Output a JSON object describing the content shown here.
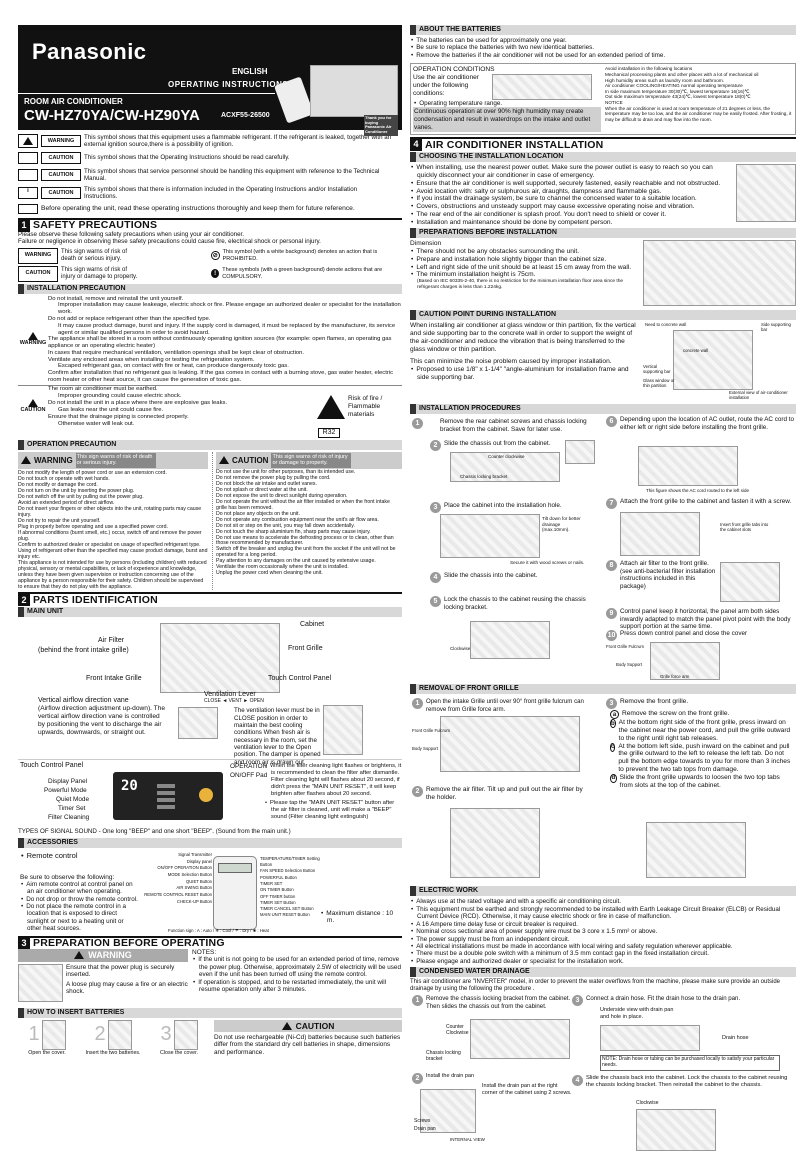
{
  "header": {
    "brand": "Panasonic",
    "language": "ENGLISH",
    "instructions_title": "OPERATING INSTRUCTIONS",
    "product_type": "ROOM AIR CONDITIONER",
    "model": "CW-HZ70YA/CW-HZ90YA",
    "part_no": "ACXF55-26500",
    "thankyou": "Thank you for buying Panasonic Air Conditioner"
  },
  "symbols": [
    {
      "label": "WARNING",
      "text": "This symbol shows that this equipment uses a flammable refrigerant. If the refrigerant is leaked, together with an external ignition source,there is a possibility of ignition."
    },
    {
      "label": "CAUTION",
      "text": "This symbol shows that the Operating Instructions should be read carefully."
    },
    {
      "label": "CAUTION",
      "text": "This symbol shows that service personnel should be handling this equipment with reference to the Technical Manual."
    },
    {
      "label": "CAUTION",
      "text": "This symbol shows that there is information included in the Operating Instructions and/or Installation Instructions."
    }
  ],
  "read_note": "Before operating the unit, read these operating instructions thoroughly and keep them for future reference.",
  "s1": {
    "num": "1",
    "title": "SAFETY PRECAUTIONS",
    "intro1": "Please observe these following safety precautions when using your air conditioner.",
    "intro2": "Failure or negligence in observing these safety precautions could cause fire, electrical shock or personal injury.",
    "warn_label": "WARNING",
    "warn_text": "This sign warns of risk of death or serious injury.",
    "caution_label": "CAUTION",
    "caution_text": "This sign warns of risk of injury or damage to property.",
    "prohibited_text": "This symbol (with a white background) denotes an action that is PROHIBITED.",
    "compulsory_text": "These symbols (with a green background) denote actions that are COMPULSORY.",
    "install_hdr": "INSTALLATION PRECAUTION",
    "install_warn": [
      "Do not install, remove and reinstall the unit yourself.",
      "Improper installation may cause leakeage, electric shock or fire. Please engage an authorized dealer or specialist for the installation work.",
      "Do not add or replace refrigerant other than the specified type.",
      "It may cause product damage, burst and injury. If the supply cord is damaged, it must be replaced by the manufacturer, its service agent or similar qualified persons in order to avoid hazard.",
      "The appliance shall be stored in a room without continuously operating ignition sources (for example: open flames, an operating gas appliance or an operating electric heater)",
      "In cases that require mechanical ventilation, ventilation openings shall be kept clear of obstruction.",
      "Ventilate any enclosed areas when installing or testing the refrigeration system.",
      "Escaped refrigerant gas, on contact with fire or heat, can produce dangerously toxic gas.",
      "Confirm after installation that no refrigerant gas is leaking. If the gas comes in contact with a burning stove, gas water heater, electric room heater or other heat source, it can cause the generation of toxic gas."
    ],
    "install_caution": [
      "The room air conditioner must be earthed.",
      "Improper grounding could cause electric shock.",
      "Do not install the unit in a place where there are explosive gas leaks.",
      "Gas leaks near the unit could cause fire.",
      "Ensure that the drainage piping is connected properly.",
      "Otherwise water will leak out."
    ],
    "risk_text": "Risk of fire / Flammable materials",
    "risk_code": "R32",
    "op_hdr": "OPERATION PRECAUTION",
    "op_warn_label": "WARNING",
    "op_warn_sign": "This sign warns of risk of death or serious injury.",
    "op_caution_label": "CAUTION",
    "op_caution_sign": "This sign warns of risk of injury or damage to property.",
    "op_warn": [
      "Do not modify the length of power cord or use an extension cord.",
      "Do not touch or operate with wet hands.",
      "Do not modify or damage the cord.",
      "Do not turn on the unit by inserting the power plug.",
      "Do not switch off the unit by pulling out the power plug.",
      "Avoid an extended period of direct airflow.",
      "Do not insert your fingers or other objects into the unit, rotating parts may cause injury.",
      "Do not try to repair the unit yourself.",
      "Plug in properly before operating and use a specified power cord.",
      "If abnormal conditions (burnt smell, etc.) occur, switch off and remove the power plug.",
      "Confirm to authorized dealer or specialist on usage of specified refrigerant type. Using of refrigerant other than the specified may cause product damage, burst and injury etc.",
      "This appliance is not intended for use by persons (including children) with reduced physical, sensory or mental capabilities, or lack of experience and knowledge, unless they have been given supervision or instruction concerning use of the appliance by a person responsible for their safety. Children should be supervised to ensure that they do not play with the appliance."
    ],
    "op_caution": [
      "Do not use the unit for other purposes, than its intended use.",
      "Do not remove the power plug by pulling the cord.",
      "Do not block the air intake and outlet vanes.",
      "Do not splash or direct water at the unit.",
      "Do not expose the unit to direct sunlight during operation.",
      "Do not operate the unit without the air filter installed or when the front intake grille has been removed.",
      "Do not place any objects on the unit.",
      "Do not operate any combustion equipment near the unit's air flow area.",
      "Do not sit or step on the unit, you may fall down accidentally.",
      "Do not touch the sharp aluminium fin, sharp parts may cause injury.",
      "Do not use means to accelerate the defrosting process or to clean, other than those recommended by manufacturer.",
      "Switch off the breaker and unplug the unit from the socket if the unit will not be operated for a long period.",
      "Pay attention to any damages on the unit caused by extensive usage.",
      "Ventilate the room occasionally where the unit is installed.",
      "Unplug the power cord when cleaning the unit."
    ]
  },
  "s2": {
    "num": "2",
    "title": "PARTS IDENTIFICATION",
    "main_hdr": "MAIN UNIT",
    "labels": {
      "cabinet": "Cabinet",
      "air_filter": "Air Filter",
      "air_filter_sub": "(behind the front intake grille)",
      "front_grille": "Front Grille",
      "front_intake": "Front Intake Grille",
      "touch_panel": "Touch Control Panel",
      "vlever": "Ventilation Lever",
      "vlever_states": "CLOSE ◄ VENT ► OPEN",
      "vlever_text": "The ventilation lever must be in CLOSE position in order to maintain the best cooling conditions When fresh air is necessary in the room, set the ventilation lever to the Open position. The damper is opened and room air is drawn out.",
      "vane": "Vertical airflow direction vane",
      "vane_text": "(Airflow direction adjustment up-down). The vertical airflow direction vane is controlled by positioning the vent to discharge the air upwards, downwards, or straight out."
    },
    "touch": {
      "title": "Touch Control Panel",
      "display": "Display Panel",
      "powerful": "Powerful Mode",
      "quiet": "Quiet Mode",
      "timer": "Timer Set",
      "filter": "Filter Cleaning",
      "temp": "20",
      "op_lamp": "OPERATION",
      "onoff": "ON/OFF Pad",
      "filter_text": "When the filter cleaning light flashes or brightens, it is recommended to clean the filter after dismantle. Filter cleaning light will flashes about 20 second, if didn't press the \"MAIN UNIT RESET\", it will keep brighten after flashes about 20 second.",
      "reset_text": "Please tap the \"MAIN UNIT RESET\" button after the air filter is cleaned, unit will make a \"BEEP\" sound (Filter cleaning light extinguish)"
    },
    "signal": "TYPES OF SIGNAL SOUND - One long \"BEEP\" and one short \"BEEP\". (Sound from the main unit.)",
    "acc_hdr": "ACCESSORIES",
    "remote": "Remote control",
    "remote_note_title": "Be sure to observe the following:",
    "remote_notes": [
      "Aim remote control at control panel on an air conditioner when operating.",
      "Do not drop or throw the remote control.",
      "Do not place the remote control in a location that is exposed to direct sunlight or next to a heating unit or other heat sources."
    ],
    "remote_left": [
      "Signal Transmitter",
      "Display panel",
      "ON/OFF OPERATION Button",
      "MODE Selection Button",
      "QUIET Button",
      "AIR SWING Button",
      "REMOTE CONTROL RESET Button",
      "CHECK-UP Button"
    ],
    "remote_right": [
      "TEMPERATURE/TIMER Setting Button",
      "FAN SPEED Selection Button",
      "POWERFUL Button",
      "TIMER SET",
      "ON TIMER Button",
      "OFF TIMER button",
      "TIMER SET Button",
      "TIMER CANCEL SET Button",
      "MAIN UNIT RESET Button"
    ],
    "max_distance": "Maximum distance : 10 m.",
    "function_sign": "Function sign : A : Auto / ❄ : Cool / ☂ : Dry / ❀ : Heat"
  },
  "s3": {
    "num": "3",
    "title": "PREPARATION BEFORE OPERATING",
    "warn": "WARNING",
    "plug1": "Ensure that the power plug is securely inserted.",
    "plug2": "A loose plug may cause a fire or an electric shock.",
    "notes_title": "NOTES:",
    "notes": [
      "If the unit is not going to be used for an extended period of time, remove the power plug. Otherwise, approximately 2.5W of electricity will be used even if the unit has been turned off using the remote control.",
      "If operation is stopped, and to be restarted immediately, the unit will resume operation only after 3 minutes."
    ],
    "batt_hdr": "HOW TO INSERT BATTERIES",
    "batt_steps": [
      "Open the cover.",
      "Insert the two batteries.",
      "Close the cover."
    ],
    "batt_nums": [
      "1",
      "2",
      "3"
    ],
    "caution": "CAUTION",
    "caution_text": "Do not use rechargeable (Ni-Cd) batteries because such batteries differ from the standard dry cell batteries in shape, dimensions and performance."
  },
  "batteries": {
    "hdr": "ABOUT THE BATTERIES",
    "items": [
      "The batteries can be used for approximately one year.",
      "Be sure to replace the batteries with two new identical batteries.",
      "Remove the batteries if the air conditioner will not be used for an extended period of time."
    ]
  },
  "conditions": {
    "title": "OPERATION CONDITIONS",
    "intro": "Use the air conditioner under the following conditions:",
    "range": "Operating temperature range.",
    "humid": "Continuous operation at over 90% high humidity may create condensation and result in waterdrops on the intake and outlet vanes.",
    "right": [
      "Avoid installation in the following locations",
      "Mechanical processing plants and other places with a lot of mechanical oil",
      "High humidity areas such as laundry room and bathroom.",
      "Air conditioner COOLING/HEATING normal operating temperature",
      "In side maximum temperature 30(30)℃, lowest temperature 16(16)℃",
      "Out side maximum temperature 43(24)℃, lowest temperature 18(0)℃",
      "NOTICE",
      "When the air conditioner is used at room temperature of 21 degrees or less, the temperature may be too low, and the air conditioner may be easily frosted. After frosting, it may be difficult to drain and may flow into the room."
    ]
  },
  "s4": {
    "num": "4",
    "title": "AIR CONDITIONER INSTALLATION",
    "loc_hdr": "CHOOSING THE INSTALLATION LOCATION",
    "loc": [
      "When installing, use the nearest power outlet. Make sure the power outlet is easy to reach so you can quickly disconnect your air conditioner in case of emergency.",
      "Ensure that the air conditioner is well supported, securely fastened, easily reachable and not obstructed.",
      "Avoid location with: salty or sulphurous air, draughts, dampness and flammable gas.",
      "If you install the drainage system, be sure to channel the concensed water to a suitable location.",
      "Covers, obstructions and unsteady support may cause excessive operating noise and vibration.",
      "The rear end of the air conditioner is splash proof. You don't need to shield or cover it.",
      "Installation and maintenance should be done by competent person."
    ],
    "prep_hdr": "PREPARATIONS BEFORE INSTALLATION",
    "dim": "Dimension",
    "prep": [
      "There should not be any obstacles surrounding the unit.",
      "Prepare and installation hole slightly bigger than the cabinet size.",
      "Left and right side of the unit should be at least 15 cm away from the wall.",
      "The minimum installation height is 75cm."
    ],
    "prep_note": "(Based on IEC 60335-2-40, there is no restriction for the minimum installation floor area since the refrigerant charges is less than 1.224kg.",
    "cp_hdr": "CAUTION POINT DURING INSTALLATION",
    "cp": "When installing air conditioner at glass window or thin partition, fix the vertical and side supporting bar to the concrete wall in order to support the weight of the air-conditioner and reduce the vibration that is being transferred to the glass window or thin partition.",
    "cp2": "This can minimize the noise problem caused by improper installation.",
    "cp3": "Proposed to use 1/8\" x 1-1/4\" \"angle-aluminium for installation frame and side supporting bar.",
    "cp_labels": [
      "Need to concrete wall",
      "Side supporting bar",
      "concrete wall",
      "Vertical supporting bar",
      "Glass window or thin partition",
      "External view of air-conditioner installation"
    ],
    "ip_hdr": "INSTALLATION PROCEDURES",
    "steps_left": [
      "Remove the rear cabinet screws and chassis locking bracket from the cabinet. Save for later use.",
      "Slide the chassis out from the cabinet.",
      "Place the cabinet into the installation hole.",
      "Slide the chassis into the cabinet.",
      "Lock the chassis to the cabinet reusing the chassis locking bracket."
    ],
    "steps_right": [
      "Depending upon the location of AC outlet, route the AC cord to either left or right side before installing the front grille.",
      "Attach the front grille to the cabinet and fasten it with a screw.",
      "Attach air filter to the front grille. (see anti-bacterial filter installation instructions included in this package)",
      "Control panel keep it horizontal, the panel arm both sides inwardly adapted to match the panel pivot point with the body support portion at the same time.",
      "Press down control panel and close the cover"
    ],
    "step_nums_left": [
      "1",
      "2",
      "3",
      "4",
      "5"
    ],
    "step_nums_right": [
      "6",
      "7",
      "8",
      "9",
      "10"
    ],
    "tilt": "Tilt down for better drainage (max.10mm).",
    "secure": "Secure it with wood screws or nails.",
    "cord_note": "This figure shows the AC cord routed to the left side",
    "fig_labels": [
      "Counter clockwise",
      "Chassis locking bracket",
      "Clockwise",
      "Insert front grille tabs into the cabinet slots",
      "Front Grille Fulcrum",
      "Body Support",
      "Grille force arm"
    ],
    "rfg_hdr": "REMOVAL OF FRONT GRILLE",
    "rfg1": "Open the intake Grille until over 90° front grille fulcrum can remove from Grille force arm.",
    "rfg2": "Remove the air filter. Tilt up and pull out the air filter by the holder.",
    "rfg3": "Remove the front grille.",
    "rfg_nums": [
      "1",
      "2",
      "3"
    ],
    "rfg_sub": [
      {
        "k": "a",
        "t": "Remove the screw on the front grille."
      },
      {
        "k": "b",
        "t": "At the bottom right side of the front grille, press inward on the cabinet near the power cord, and pull the grille outward to the right until right tab releases."
      },
      {
        "k": "c",
        "t": "At the bottom left side, push inward on the cabinet and pull the grille outward to the left to release the left tab. Do not pull the bottom edge towards to you for more than 3 inches to prevent the two tab tops from damage."
      },
      {
        "k": "d",
        "t": "Slide the front grille upwards to loosen the two top tabs from slots at the top of the cabinet."
      }
    ],
    "ew_hdr": "ELECTRIC WORK",
    "ew": [
      "Always use at the rated voltage and with a specific air conditioning circuit.",
      "This equipment must be earthed and strongly recommended to be installed with Earth Leakage Circuit Breaker (ELCB) or Residual Current Device (RCD). Otherwise, it may cause electric shock or fire in case of malfunction.",
      "A 16 Ampere time delay fuse or circuit breaker is required.",
      "Nominal cross sectional area of power supply wire must be 3 core x 1.5 mm² or above.",
      "The power supply must be from an independent circuit.",
      "All electrical installations must be made in accordance with local wiring and safety regulation wherever applicable.",
      "There must be a double pole switch with a minimum of 3.5 mm contact gap in the fixed installation circuit.",
      "Please engage and authorized dealer or specialist for the installation work."
    ],
    "cw_hdr": "CONDENSED WATER DRAINAGE",
    "cw_intro": "This air conditioner are \"INVERTER\" model, in order to prevent the water overflows from the machine, please make sure provide an outside drainage by using the following the procedure .",
    "cw1": "Remove the chassis locking bracket from the cabinet. Then slides the chassis out from the cabinet.",
    "cw2": "Install the drain pan",
    "cw2b": "Install the drain pan at the right corner of the cabinet using 2 screws.",
    "cw3": "Connect a drain hose. Fit the drain hose to the drain pan.",
    "cw3b": "Underside view with drain pan and hole in place.",
    "cw_note": "NOTE:  Drain hose or tubing can be purchased locally to satisfy your particular needs.",
    "cw4": "Slide the chassis back into the cabinet. Lock the chassis to the cabinet reusing the chassis locking bracket. Then reinstall the cabinet to the chassis.",
    "cw_nums": [
      "1",
      "2",
      "3",
      "4"
    ],
    "cw_labels": [
      "Counter Clockwise",
      "Chassis locking bracket",
      "Screws",
      "Drain pan",
      "INTERNAL VIEW",
      "Drain hose",
      "Clockwise"
    ]
  }
}
